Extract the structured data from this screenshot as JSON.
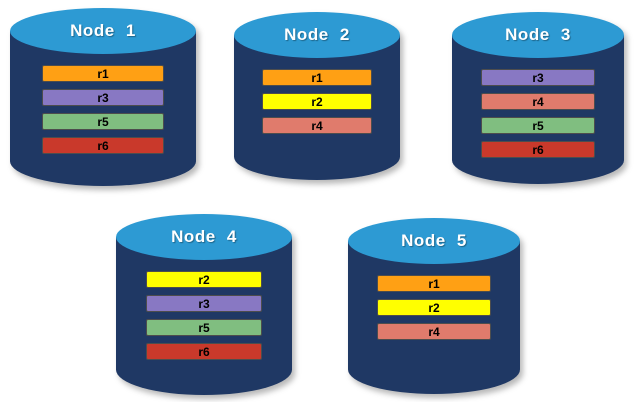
{
  "styles": {
    "cylinder_body_color": "#1F3864",
    "cylinder_top_color": "#2D9AD3",
    "record_colors": {
      "r1": "#FFA014",
      "r2": "#FFFF00",
      "r3": "#8878C3",
      "r4": "#E07B6C",
      "r5": "#80BE80",
      "r6": "#C9392B"
    }
  },
  "nodes": [
    {
      "label": "Node 1",
      "bars": [
        {
          "label": "r1",
          "color": "#FFA014"
        },
        {
          "label": "r3",
          "color": "#8878C3"
        },
        {
          "label": "r5",
          "color": "#80BE80"
        },
        {
          "label": "r6",
          "color": "#C9392B"
        }
      ]
    },
    {
      "label": "Node 2",
      "bars": [
        {
          "label": "r1",
          "color": "#FFA014"
        },
        {
          "label": "r2",
          "color": "#FFFF00"
        },
        {
          "label": "r4",
          "color": "#E07B6C"
        }
      ]
    },
    {
      "label": "Node 3",
      "bars": [
        {
          "label": "r3",
          "color": "#8878C3"
        },
        {
          "label": "r4",
          "color": "#E07B6C"
        },
        {
          "label": "r5",
          "color": "#80BE80"
        },
        {
          "label": "r6",
          "color": "#C9392B"
        }
      ]
    },
    {
      "label": "Node 4",
      "bars": [
        {
          "label": "r2",
          "color": "#FFFF00"
        },
        {
          "label": "r3",
          "color": "#8878C3"
        },
        {
          "label": "r5",
          "color": "#80BE80"
        },
        {
          "label": "r6",
          "color": "#C9392B"
        }
      ]
    },
    {
      "label": "Node 5",
      "bars": [
        {
          "label": "r1",
          "color": "#FFA014"
        },
        {
          "label": "r2",
          "color": "#FFFF00"
        },
        {
          "label": "r4",
          "color": "#E07B6C"
        }
      ]
    }
  ]
}
